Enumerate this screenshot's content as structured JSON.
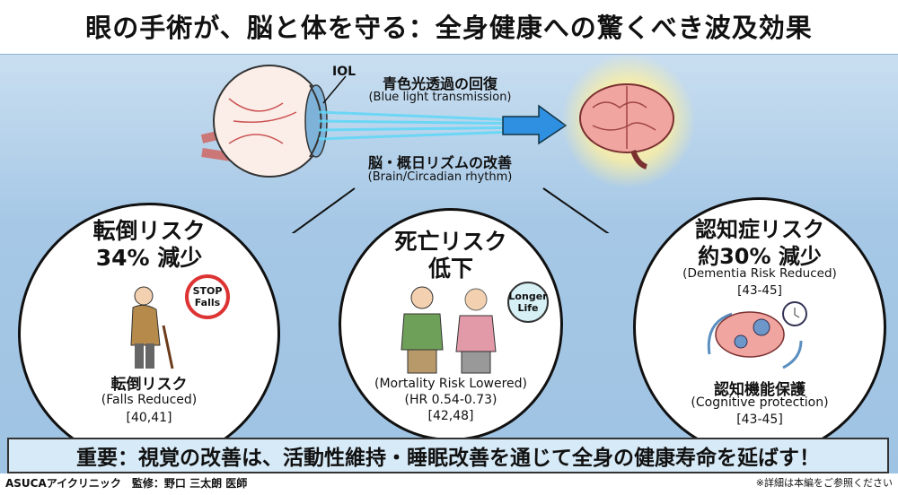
{
  "title": "眼の手術が、脳と体を守る：全身健康への驚くべき波及効果",
  "top": {
    "iol_label": "IOL",
    "blue_ja": "青色光透過の回復",
    "blue_en": "(Blue light transmission)",
    "brain_ja": "脳・概日リズムの改善",
    "brain_en": "(Brain/Circadian rhythm)"
  },
  "falls": {
    "head1": "転倒リスク",
    "head2": "34% 減少",
    "stop1": "STOP",
    "stop2": "Falls",
    "label_ja": "転倒リスク",
    "label_en": "(Falls Reduced)",
    "refs": "[40,41]"
  },
  "mortality": {
    "head1": "死亡リスク",
    "head2": "低下",
    "badge1": "Longer",
    "badge2": "Life",
    "label_en": "(Mortality Risk Lowered)",
    "hr": "(HR 0.54-0.73)",
    "refs": "[42,48]"
  },
  "dementia": {
    "head1": "認知症リスク",
    "head2": "約30% 減少",
    "label_en": "(Dementia Risk Reduced)",
    "refs": "[43-45]",
    "sub_ja": "認知機能保護",
    "sub_en": "(Cognitive protection)",
    "sub_refs": "[43-45]"
  },
  "banner": "重要：視覚の改善は、活動性維持・睡眠改善を通じて全身の健康寿命を延ばす！",
  "footer": {
    "left": "ASUCAアイクリニック　監修：野口 三太朗 医師",
    "right": "※詳細は本編をご参照ください"
  },
  "colors": {
    "panel": "#a6c8e6",
    "banner": "#d7eaf7",
    "beam": "#2f8fe0"
  }
}
